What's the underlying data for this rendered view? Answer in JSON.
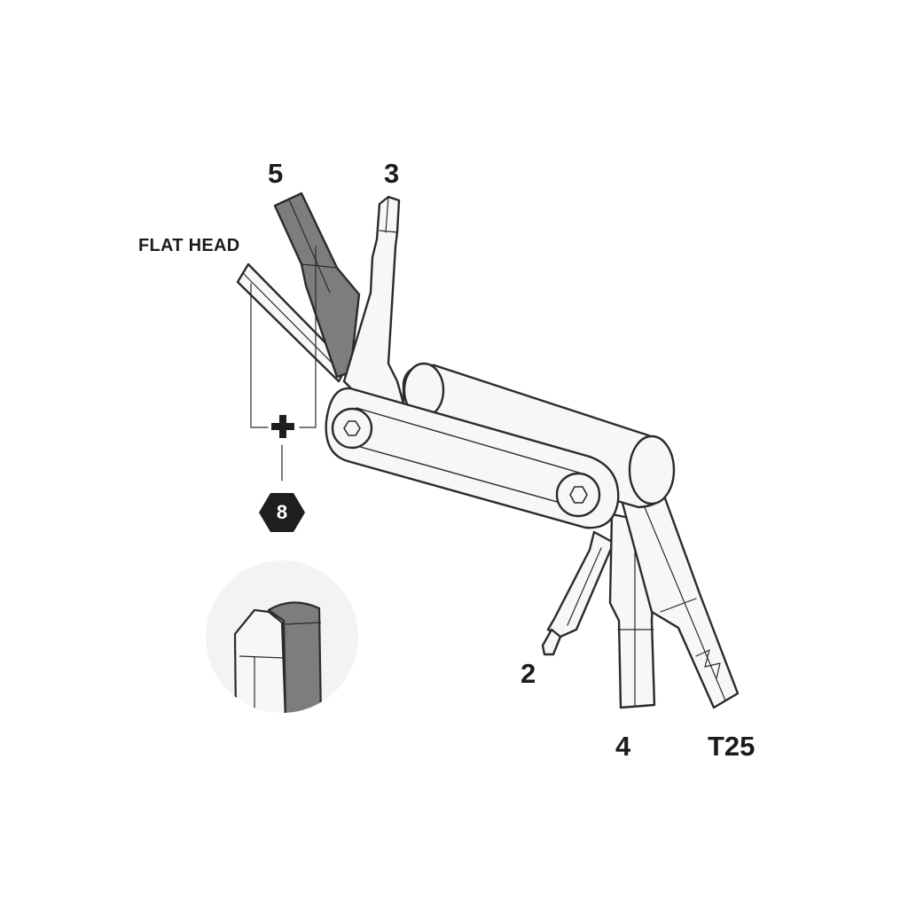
{
  "labels": {
    "flat_head": "FLAT HEAD",
    "hex_5": "5",
    "hex_3": "3",
    "hex_2": "2",
    "hex_4": "4",
    "torx_t25": "T25",
    "combo_hex_8": "8"
  },
  "colors": {
    "outline": "#2b2b2b",
    "body_fill": "#f7f7f7",
    "dark_bit": "#7d7d7d",
    "badge": "#1e1e1e",
    "inset_circle": "#f3f3f3"
  },
  "icons": [
    "plus-icon",
    "hexagon-badge-icon",
    "torx-screw-icon"
  ]
}
